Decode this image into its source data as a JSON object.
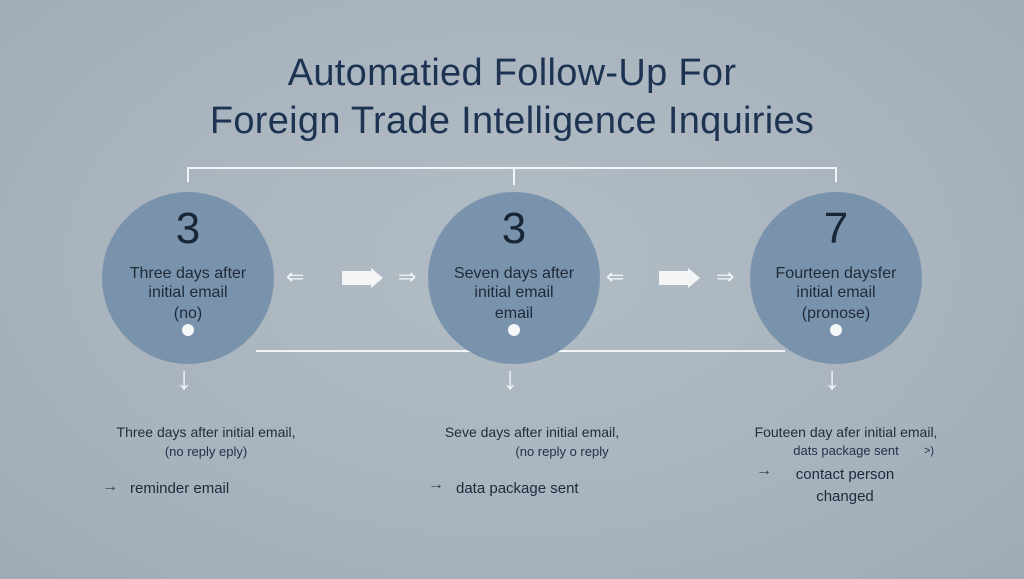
{
  "title": {
    "line1": "Automatied Follow-Up For",
    "line2": "Foreign Trade Intelligence Inquiries"
  },
  "steps": [
    {
      "number": "3",
      "label_lines": [
        "Three days after",
        "initial email",
        "(no)"
      ],
      "description": "Three days after initial email,",
      "note": "(no reply eply)",
      "action": "reminder email"
    },
    {
      "number": "3",
      "label_lines": [
        "Seven days after",
        "initial email",
        "email"
      ],
      "description": "Seve days after initial email,",
      "note": "(no reply o reply",
      "action": "data package sent"
    },
    {
      "number": "7",
      "label_lines": [
        "Fourteen daysfer",
        "initial email",
        "(pronose)"
      ],
      "description": "Fouteen day afer initial email,",
      "note": "dats package sent",
      "note_suffix": ">)",
      "action_lines": [
        "contact person",
        "changed"
      ]
    }
  ],
  "connector_glyphs": {
    "left_arrow": "⇐",
    "right_arrow": "⇒",
    "down_arrow": "↓",
    "action_arrow": "→"
  },
  "colors": {
    "background": "#aab5bf",
    "circle": "#7a93ad",
    "title": "#1d3352",
    "lines": "#f2f5f8"
  }
}
